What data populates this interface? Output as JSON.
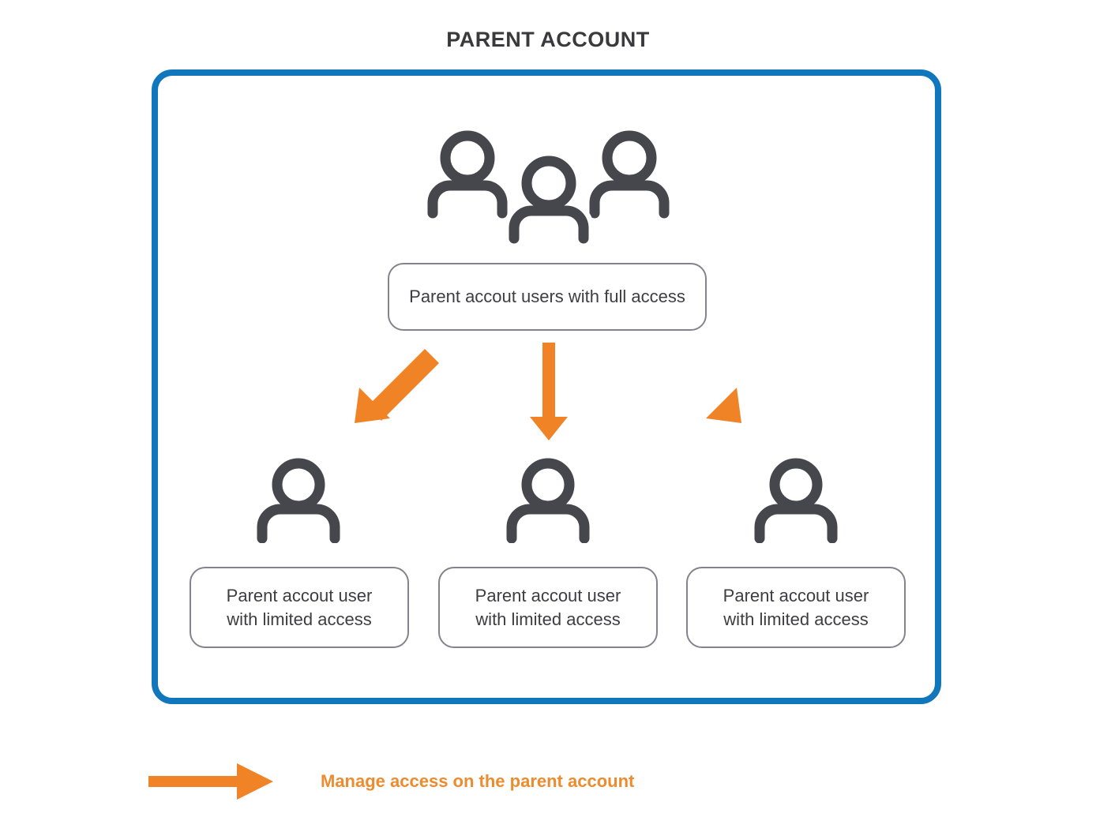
{
  "title": "PARENT ACCOUNT",
  "colors": {
    "container_border": "#1077bc",
    "arrow_orange": "#ef8326",
    "legend_text": "#ed8b2f",
    "icon_gray": "#46464d",
    "box_border": "#83838e",
    "title_text": "#3a3a3c",
    "box_text": "#3d3d42",
    "background": "#ffffff"
  },
  "container": {
    "name": "parent-account-container"
  },
  "group_icon": {
    "label": "three-users-icon",
    "person_count": 3
  },
  "full_access": {
    "text": "Parent accout users with full access"
  },
  "arrows": [
    {
      "name": "arrow-down-left",
      "direction": "down-left"
    },
    {
      "name": "arrow-down",
      "direction": "down"
    },
    {
      "name": "arrow-down-right",
      "direction": "down-right"
    }
  ],
  "limited_users": [
    {
      "icon": "user-icon",
      "line1": "Parent accout user",
      "line2": "with limited access"
    },
    {
      "icon": "user-icon",
      "line1": "Parent accout user",
      "line2": "with limited access"
    },
    {
      "icon": "user-icon",
      "line1": "Parent accout user",
      "line2": "with limited access"
    }
  ],
  "legend": {
    "icon": "arrow-right-icon",
    "text": "Manage access on the parent account"
  }
}
